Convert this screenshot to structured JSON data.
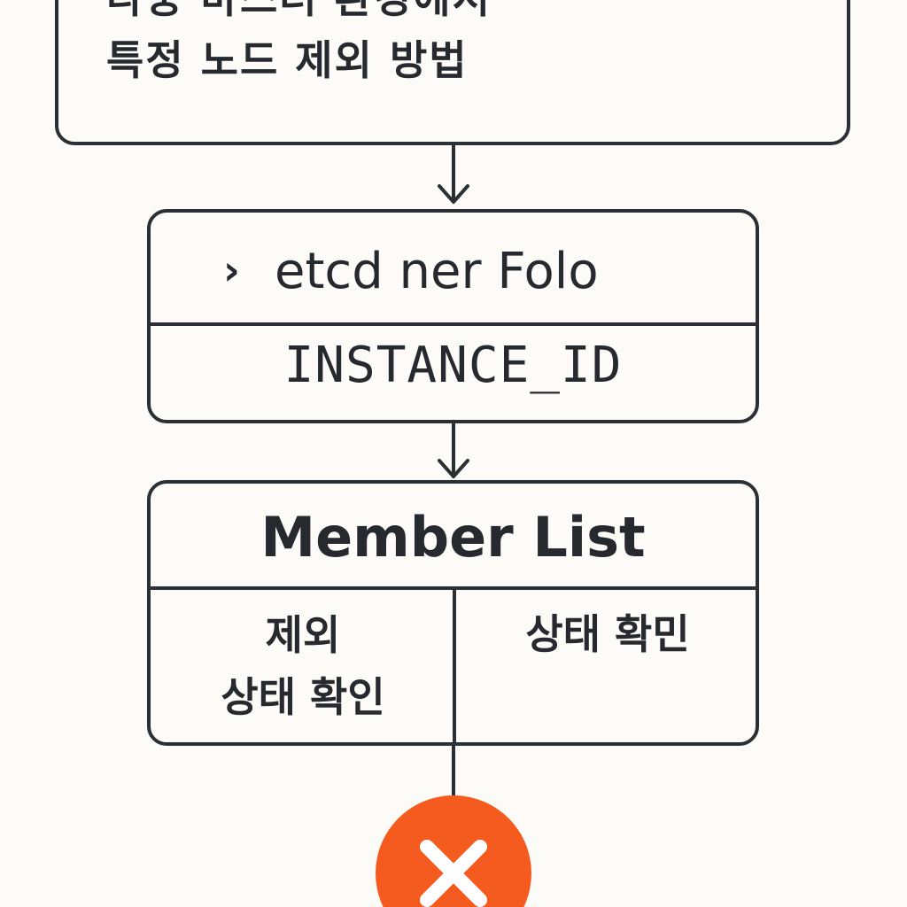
{
  "title": {
    "line1": "다중 마스터 환경에서",
    "line2": "특정 노드 제외 방법"
  },
  "etcd_box": {
    "prompt_symbol": "›",
    "command": "etcd ner Folo",
    "argument": "INSTANCE_ID"
  },
  "member_box": {
    "title": "Member List",
    "left_cell_line1": "제외",
    "left_cell_line2": "상태 확인",
    "right_cell": "상태 확민"
  },
  "icons": {
    "prompt": "chevron-right-icon",
    "result": "close-icon"
  },
  "colors": {
    "background": "#fcfbf8",
    "stroke": "#2b3035",
    "error_accent": "#f55a1e"
  }
}
